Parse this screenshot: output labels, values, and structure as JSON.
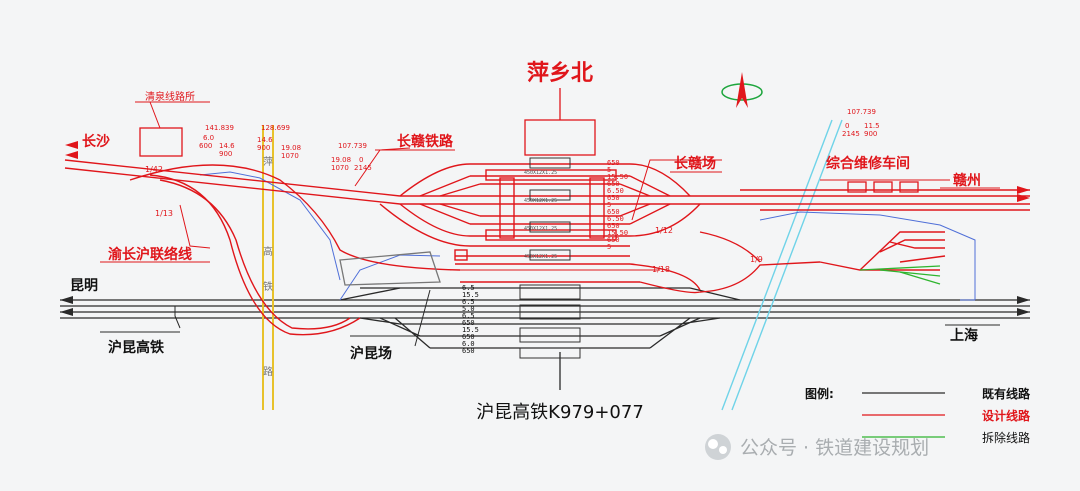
{
  "colors": {
    "design_line": "#e0161b",
    "existing_line": "#2a2a2a",
    "river": "#e8c22b",
    "canal": "#6fd3e8",
    "blue_frame": "#4f6fd8",
    "compass_ring": "#1ca53c",
    "green_track": "#2fb52f"
  },
  "station": {
    "title": "萍乡北",
    "mileage": "沪昆高铁K979+077"
  },
  "labels": {
    "changsha": "长沙",
    "kunming": "昆明",
    "ganzhou": "赣州",
    "shanghai": "上海",
    "qingquan": "清泉线路所",
    "changgan_rail": "长赣铁路",
    "changgan_yard": "长赣场",
    "depot": "综合维修车间",
    "yuchanghu": "渝长沪联络线",
    "hukun_hsr": "沪昆高铁",
    "hukun_yard": "沪昆场",
    "river_1": "萍",
    "river_2": "高",
    "river_3": "铁",
    "river_4": "路"
  },
  "legend": {
    "title": "图例:",
    "items": [
      {
        "label": "既有线路",
        "color": "#2a2a2a"
      },
      {
        "label": "设计线路",
        "color": "#e0161b"
      },
      {
        "label": "拆除线路",
        "color": "#2fb52f"
      }
    ]
  },
  "watermark": "公众号 · 铁道建设规划",
  "annotations": {
    "k1_top": "141.839",
    "k1_a": "6.0",
    "k1_b": "600",
    "k1_c": "14.6",
    "k1_d": "900",
    "k2_top": "128.699",
    "k2_a": "14.6",
    "k2_b": "900",
    "k2_c": "19.08",
    "k2_d": "1070",
    "k3_top": "107.739",
    "k3_a": "19.08",
    "k3_b": "1070",
    "k3_c": "0",
    "k3_d": "2145",
    "k4_top": "107.739",
    "k4_a": "0",
    "k4_b": "2145",
    "k4_c": "11.5",
    "k4_d": "900",
    "turnout_1": "1/42",
    "turnout_2": "1/13",
    "turnout_3": "1/12",
    "turnout_4": "1/18",
    "turnout_5": "1/9"
  },
  "track_spacing_upper": [
    "650",
    "5",
    "15.50",
    "650",
    "6.50",
    "650",
    "5",
    "650",
    "6.50",
    "650",
    "15.50",
    "650",
    "5"
  ],
  "track_spacing_lower": [
    "6.5",
    "15.5",
    "6.5",
    "5.0",
    "6.5",
    "650",
    "15.5",
    "650",
    "6.0",
    "650"
  ],
  "platform_labels": [
    "450X12X1.25",
    "450X12X1.25",
    "450X12X1.25",
    "450X12X1.25"
  ]
}
